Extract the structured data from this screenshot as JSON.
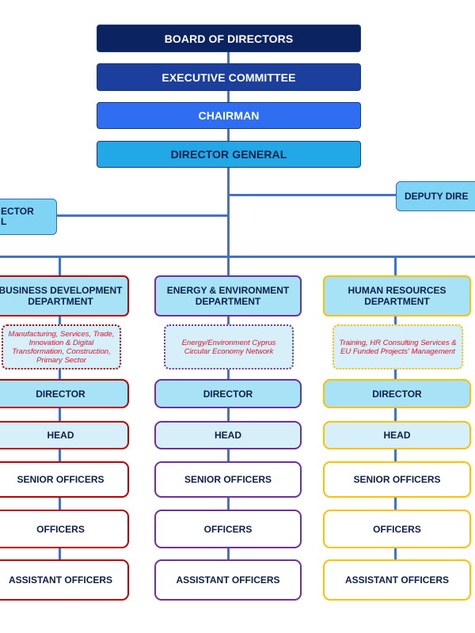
{
  "board_of_directors": "BOARD OF DIRECTORS",
  "executive_committee": "EXECUTIVE COMMITTEE",
  "chairman": "CHAIRMAN",
  "director_general": "DIRECTOR GENERAL",
  "left_side_box": {
    "line1": "ECTOR",
    "line2": "L"
  },
  "right_side_box": {
    "label": "DEPUTY DIRE"
  },
  "departments": [
    {
      "name": "BUSINESS DEVELOPMENT DEPARTMENT",
      "description": "Manufacturing, Services, Trade, Innovation & Digital Transformation, Construction, Primary Sector",
      "border_color": "#c00000"
    },
    {
      "name": "ENERGY & ENVIRONMENT DEPARTMENT",
      "description": "Energy/Environment Cyprus Circular Economy Network",
      "border_color": "#7030a0"
    },
    {
      "name": "HUMAN RESOURCES DEPARTMENT",
      "description": "Training, HR Consulting Services & EU Funded Projects' Management",
      "border_color": "#ffc000"
    }
  ],
  "roles": {
    "director": "DIRECTOR",
    "head": "HEAD",
    "senior_officers": "SENIOR OFFICERS",
    "officers": "OFFICERS",
    "assistant_officers": "ASSISTANT OFFICERS"
  },
  "colors": {
    "board": "#0b2461",
    "executive": "#1c3f9e",
    "chairman": "#2f6ef0",
    "director_general": "#22a8e6",
    "connector": "#4472c4",
    "dept_fill": "#a7e2f7",
    "role_director_fill": "#a7e2f7",
    "role_head_fill": "#d6eff9"
  }
}
